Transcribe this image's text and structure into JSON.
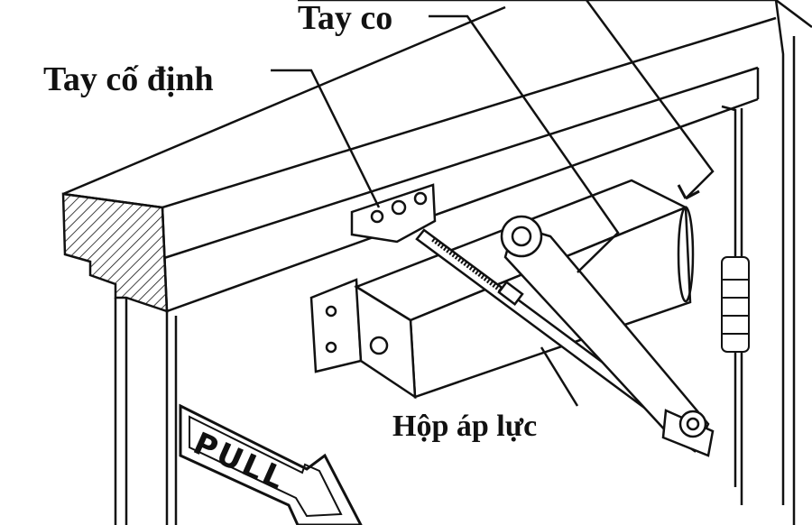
{
  "labels": {
    "tay_co": "Tay co",
    "tay_co_dinh": "Tay cố định",
    "hop_ap_luc": "Hộp áp lực"
  },
  "sign": {
    "text": "PULL"
  },
  "colors": {
    "stroke": "#111111",
    "background": "#ffffff"
  }
}
